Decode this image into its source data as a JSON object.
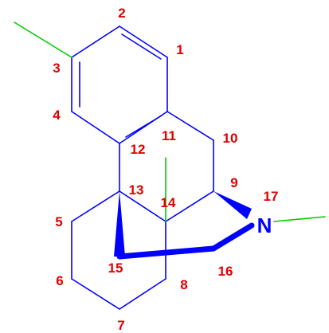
{
  "colors": {
    "skeleton": "#0000ff",
    "methyl": "#00cc00",
    "locant": "#e00000",
    "heteroatom": "#0000ff",
    "background": "#ffffff"
  },
  "heteroatom": {
    "symbol": "N"
  },
  "locants": {
    "c1": "1",
    "c2": "2",
    "c3": "3",
    "c4": "4",
    "c5": "5",
    "c6": "6",
    "c7": "7",
    "c8": "8",
    "c9": "9",
    "c10": "10",
    "c11": "11",
    "c12": "12",
    "c13": "13",
    "c14": "14",
    "c15": "15",
    "c16": "16",
    "n17": "17"
  }
}
